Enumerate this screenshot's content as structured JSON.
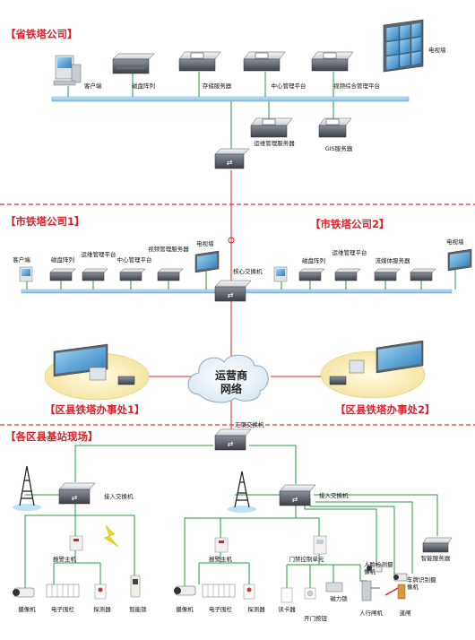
{
  "sections": {
    "province": "【省铁塔公司】",
    "city1": "【市铁塔公司1】",
    "city2": "【市铁塔公司2】",
    "county1": "【区县铁塔办事处1】",
    "county2": "【区县铁塔办事处2】",
    "sites": "【各区县基站现场】"
  },
  "province": {
    "client": "客户端",
    "disk_array": "磁盘阵列",
    "storage_server": "存储服务器",
    "central_platform": "中心管理平台",
    "video_platform": "视频综合管理平台",
    "video_wall": "电视墙",
    "ops_server": "运维管理服务器",
    "gis_server": "GIS服务器"
  },
  "city1": {
    "client": "客户端",
    "disk_array": "磁盘阵列",
    "ops_platform": "运维管理平台",
    "central_platform": "中心管理平台",
    "video_server": "视频管理服务器",
    "video_wall": "电视墙"
  },
  "city2": {
    "disk_array": "磁盘阵列",
    "ops_platform": "运维管理平台",
    "stream_server": "流媒体服务器",
    "video_wall": "电视墙"
  },
  "core_switch": "核心交换机",
  "carrier_network": [
    "运营商",
    "网络"
  ],
  "aggregation_switch": "汇聚交换机",
  "site_left": {
    "access_switch": "接入交换机",
    "alarm_host": "报警主机",
    "camera": "摄像机",
    "fence": "电子围栏",
    "detector": "探测器",
    "smart_lock": "智能锁"
  },
  "site_right": {
    "access_switch": "接入交换机",
    "alarm_host": "报警主机",
    "door_control": "门禁控制单元",
    "face_camera": [
      "人脸检测摄",
      "像机"
    ],
    "intel_server": "智能服务器",
    "plate_camera": [
      "车牌识别摄",
      "像机"
    ],
    "camera": "摄像机",
    "fence": "电子围栏",
    "detector": "探测器",
    "card_reader": "读卡器",
    "exit_button": "开门按钮",
    "maglock": "磁力锁",
    "turnstile": "人行闸机",
    "barrier": "道闸"
  }
}
